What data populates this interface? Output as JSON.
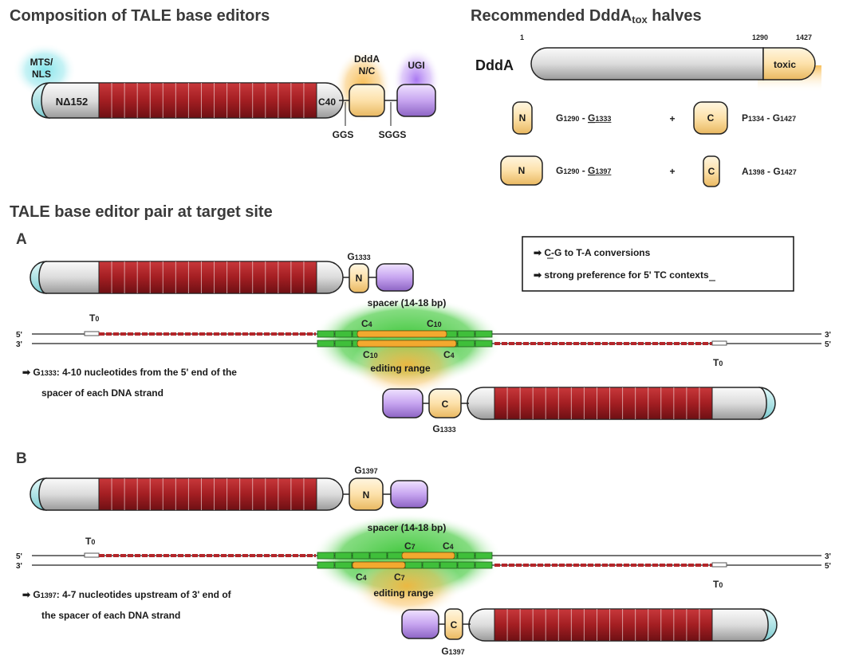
{
  "titles": {
    "composition": "Composition of TALE base editors",
    "recommended_main": "Recommended DddA",
    "recommended_sub": "tox",
    "recommended_tail": " halves",
    "pair": "TALE base editor pair at target site"
  },
  "composition": {
    "mts_line1": "MTS/",
    "mts_line2": "NLS",
    "n_domain": "NΔ152",
    "c_domain": "C40",
    "ddda_line1": "DddA",
    "ddda_line2": "N/C",
    "ugi": "UGI",
    "linker1": "GGS",
    "linker2": "SGGS"
  },
  "ddda": {
    "name": "DddA",
    "pos_start": "1",
    "pos_mid": "1290",
    "pos_end": "1427",
    "toxic": "toxic",
    "split1_n": "N",
    "split1_n_range": "G1290 - G1333",
    "split1_plus": "+",
    "split1_c": "C",
    "split1_c_range": "P1334 - G1427",
    "split2_n": "N",
    "split2_n_range": "G1290 - G1397",
    "split2_plus": "+",
    "split2_c": "C",
    "split2_c_range": "A1398 - G1427"
  },
  "panel_a": {
    "letter": "A",
    "top_label": "G1333",
    "n_half": "N",
    "spacer": "spacer (14-18 bp)",
    "c_left": "C4",
    "c_right": "C10",
    "c_bottom_left": "C10",
    "c_bottom_right": "C4",
    "editing_range": "editing range",
    "t0_left": "T0",
    "t0_right": "T0",
    "five_top": "5'",
    "three_top": "3'",
    "five_bottom": "5'",
    "three_bottom": "3'",
    "note_line1": "G1333: 4-10 nucleotides from the 5' end of the",
    "note_line2": "spacer of each DNA strand",
    "c_half": "C",
    "bottom_label": "G1333"
  },
  "panel_b": {
    "letter": "B",
    "top_label": "G1397",
    "n_half": "N",
    "spacer": "spacer (14-18 bp)",
    "c_left": "C7",
    "c_right": "C4",
    "c_bottom_left": "C4",
    "c_bottom_right": "C7",
    "editing_range": "editing range",
    "t0_left": "T0",
    "t0_right": "T0",
    "five_top": "5'",
    "three_top": "3'",
    "five_bottom": "5'",
    "three_bottom": "3'",
    "note_line1": "G1397: 4-7 nucleotides upstream of 3' end of",
    "note_line2": "the spacer of each DNA strand",
    "c_half": "C",
    "bottom_label": "G1397"
  },
  "legend": {
    "line1": "C-G to T-A conversions",
    "line2": "strong preference for 5' TC contexts"
  },
  "colors": {
    "tale_red": "#a31e22",
    "tale_gray": "#d8d8d8",
    "ddda_orange": "#fde3b0",
    "ugi_purple": "#c9a9ef",
    "spacer_green": "#3fc43a",
    "glow_orange": "#f7b43c",
    "cap_cyan": "#9fdde0"
  }
}
